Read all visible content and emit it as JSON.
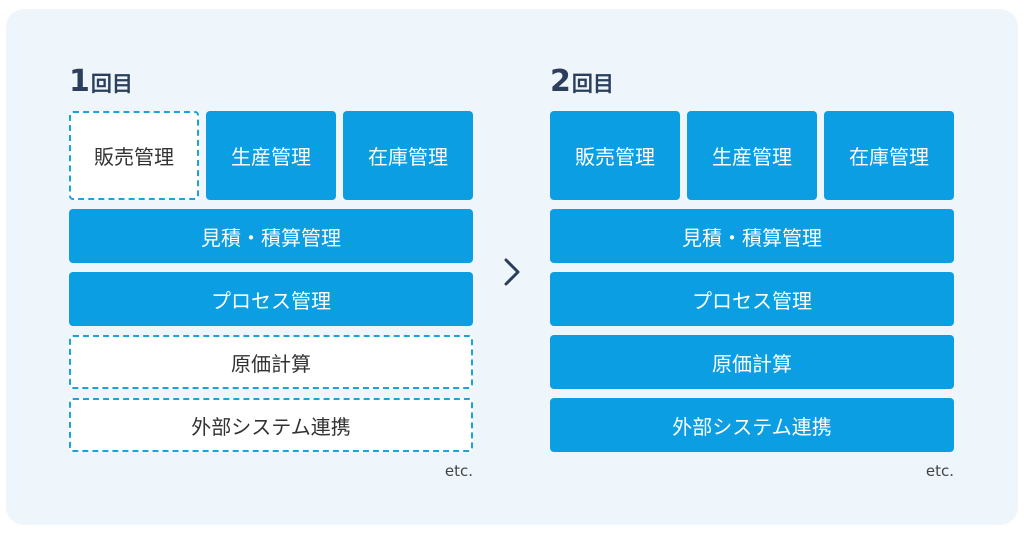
{
  "round1": {
    "num": "1",
    "unit": "回目",
    "items": {
      "sales": "販売管理",
      "production": "生産管理",
      "inventory": "在庫管理",
      "estimate": "見積・積算管理",
      "process": "プロセス管理",
      "costing": "原価計算",
      "integration": "外部システム連携"
    },
    "etc": "etc."
  },
  "round2": {
    "num": "2",
    "unit": "回目",
    "items": {
      "sales": "販売管理",
      "production": "生産管理",
      "inventory": "在庫管理",
      "estimate": "見積・積算管理",
      "process": "プロセス管理",
      "costing": "原価計算",
      "integration": "外部システム連携"
    },
    "etc": "etc."
  },
  "colors": {
    "panel_background": "#eef6fc",
    "implemented_fill": "#0b9ee3",
    "planned_dashed_border": "#1ba3dc",
    "heading_text": "#2b3f5c",
    "arrow": "#2b3f5c"
  },
  "icons": {
    "arrow": "chevron-right-icon"
  }
}
